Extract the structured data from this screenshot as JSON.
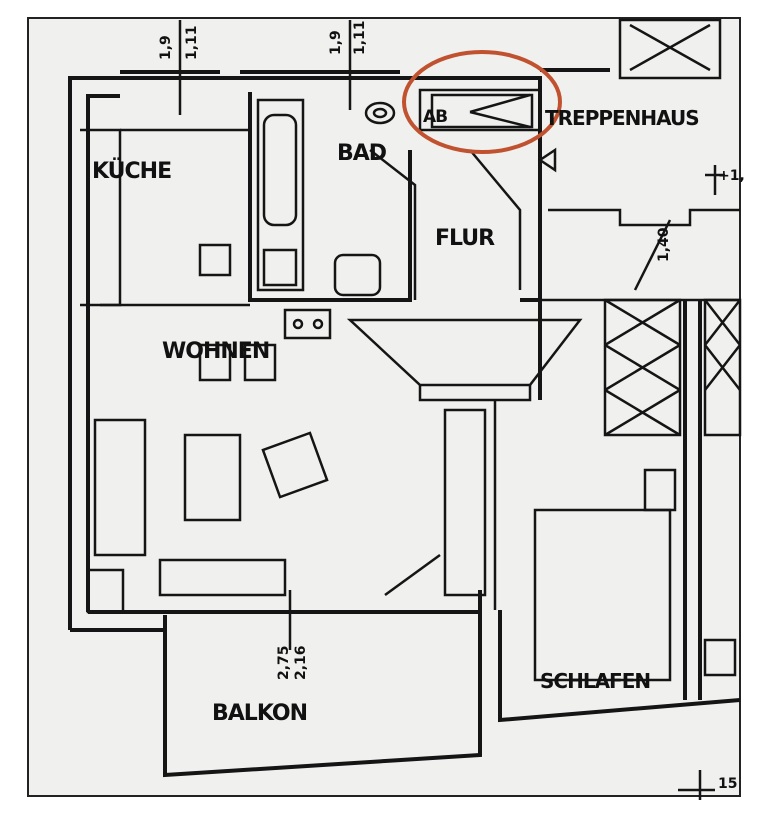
{
  "rooms": {
    "kitchen": "KÜCHE",
    "bath": "BAD",
    "ab": "AB",
    "stairwell": "TREPPENHAUS",
    "hall": "FLUR",
    "living": "WOHNEN",
    "bedroom": "SCHLAFEN",
    "balcony": "BALKON"
  },
  "dimensions": {
    "top_left_a": "1,9",
    "top_left_b": "1,11",
    "top_mid_a": "1,9",
    "top_mid_b": "1,11",
    "stair_level": "+1,",
    "stair_dim": "1,40",
    "balcony_a": "2,75",
    "balcony_b": "2,16",
    "bottom_right": "15"
  },
  "colors": {
    "paper": "#f2f2f0",
    "ink": "#151515",
    "highlight_circle": "#c0522f"
  }
}
